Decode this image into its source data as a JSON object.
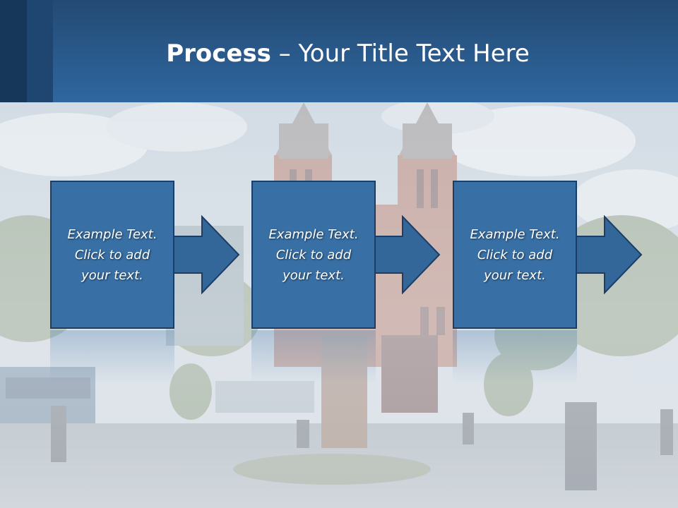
{
  "slide": {
    "title_bold": "Process",
    "title_rest": " – Your Title Text Here"
  },
  "steps": [
    {
      "line1": "Example Text.",
      "line2": "Click  to add",
      "line3": "your text."
    },
    {
      "line1": "Example Text.",
      "line2": "Click  to add",
      "line3": "your text."
    },
    {
      "line1": "Example Text.",
      "line2": "Click  to add",
      "line3": "your text."
    }
  ],
  "colors": {
    "header": "#2f67a0",
    "box_fill": "#386fa4",
    "box_border": "#1b3d66",
    "arrow_fill": "#33679a"
  }
}
